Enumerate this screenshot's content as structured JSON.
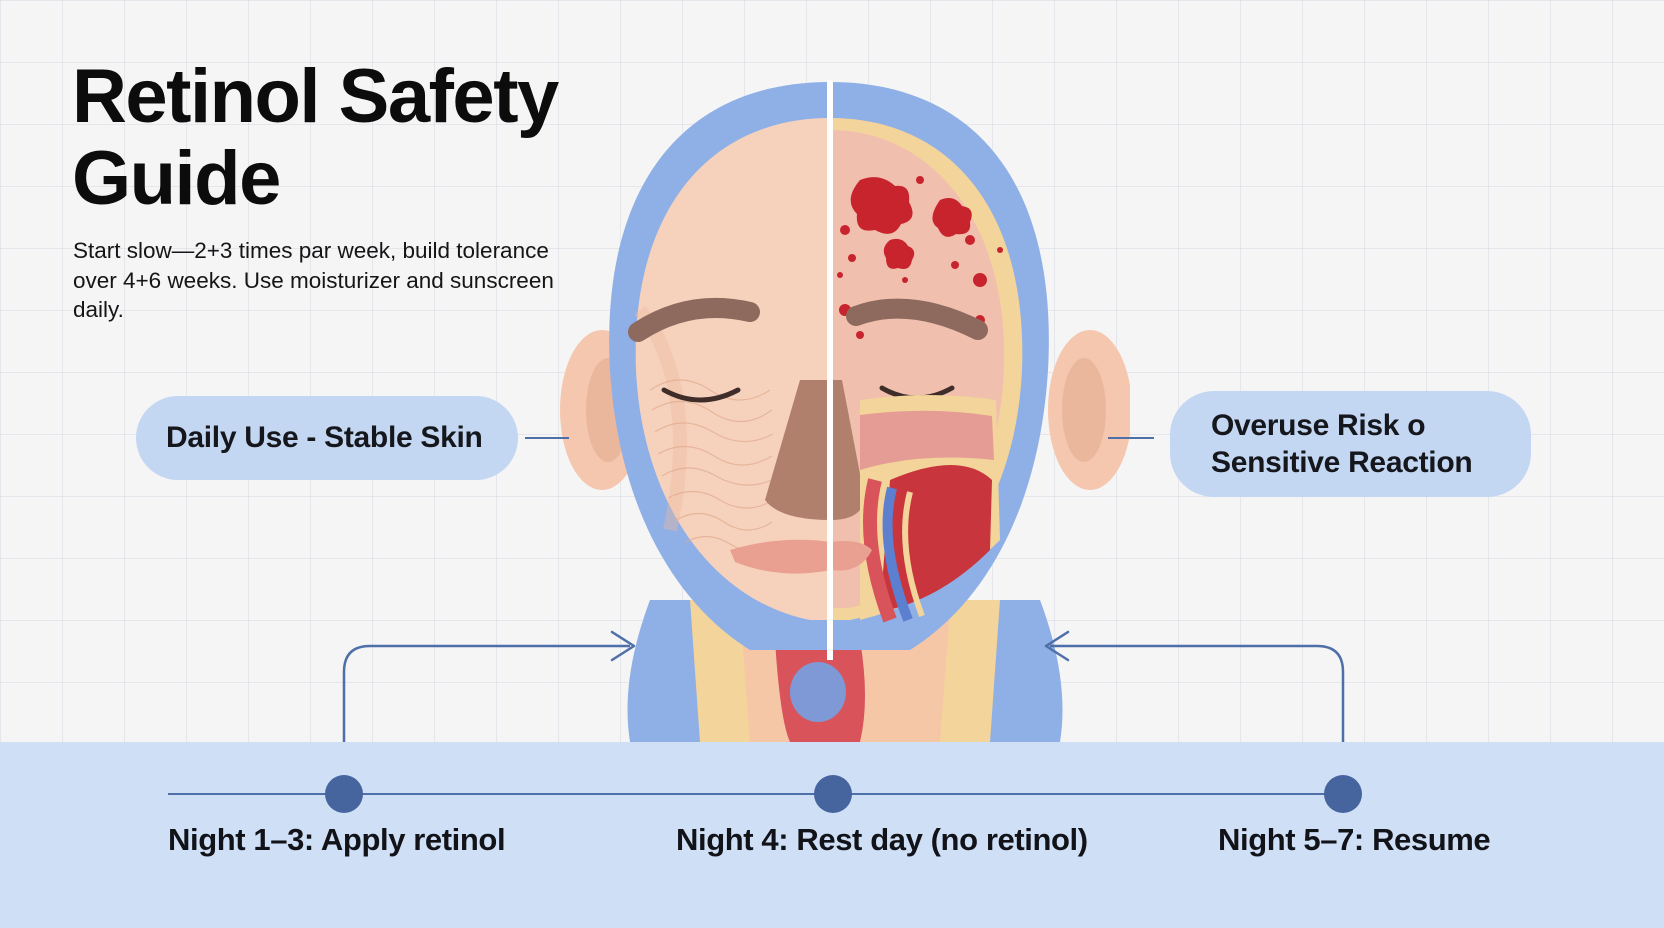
{
  "title": {
    "line1": "Retinol Safety",
    "line2": "Guide"
  },
  "subtitle": "Start slow—2+3 times par week, build tolerance over 4+6 weeks. Use moisturizer and sunscreen daily.",
  "labels": {
    "left": "Daily Use - Stable Skin",
    "right_line1": "Overuse Risk o",
    "right_line2": "Sensitive Reaction"
  },
  "timeline": [
    {
      "label": "Night 1–3: Apply retinol"
    },
    {
      "label": "Night 4: Rest day (no retinol)"
    },
    {
      "label": "Night 5–7: Resume"
    }
  ],
  "colors": {
    "pill": "#c3d6f2",
    "band": "#cfdff6",
    "accent": "#46649d",
    "head_outline": "#8fb0e6",
    "skin": "#f6d2bd",
    "irritation": "#c8242e"
  }
}
